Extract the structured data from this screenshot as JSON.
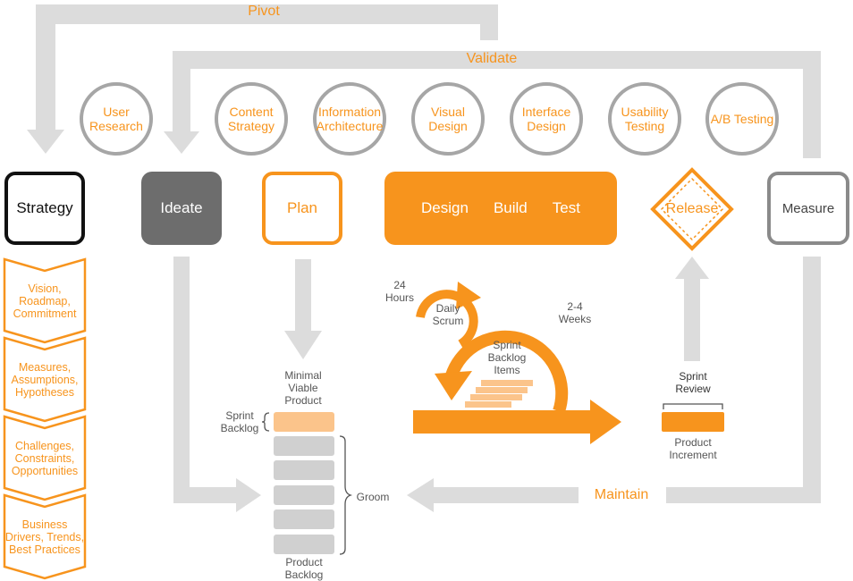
{
  "loop_labels": {
    "pivot": "Pivot",
    "validate": "Validate",
    "maintain": "Maintain",
    "groom": "Groom"
  },
  "activities": [
    {
      "label": "User Research"
    },
    {
      "label": "Content Strategy"
    },
    {
      "label": "Information Architecture"
    },
    {
      "label": "Visual Design"
    },
    {
      "label": "Interface Design"
    },
    {
      "label": "Usability Testing"
    },
    {
      "label": "A/B Testing"
    }
  ],
  "stages": {
    "strategy": "Strategy",
    "ideate": "Ideate",
    "plan": "Plan",
    "design": "Design",
    "build": "Build",
    "test": "Test",
    "release": "Release",
    "measure": "Measure"
  },
  "strategy_items": [
    {
      "label": "Vision, Roadmap, Commitment"
    },
    {
      "label": "Measures, Assumptions, Hypotheses"
    },
    {
      "label": "Challenges, Constraints, Opportunities"
    },
    {
      "label": "Business Drivers, Trends, Best Practices"
    }
  ],
  "backlog": {
    "mvp": "Minimal Viable Product",
    "sprint_backlog": "Sprint Backlog",
    "product_backlog": "Product Backlog"
  },
  "sprint": {
    "hours": "24 Hours",
    "daily_scrum": "Daily Scrum",
    "weeks": "2-4 Weeks",
    "backlog_items": "Sprint Backlog Items",
    "review": "Sprint Review",
    "increment": "Product Increment"
  },
  "colors": {
    "orange": "#f7941d",
    "light_orange": "#fbc48b",
    "gray_arrow": "#dcdcdc",
    "dark_box": "#6d6d6d",
    "circle_border": "#a6a6a6"
  }
}
